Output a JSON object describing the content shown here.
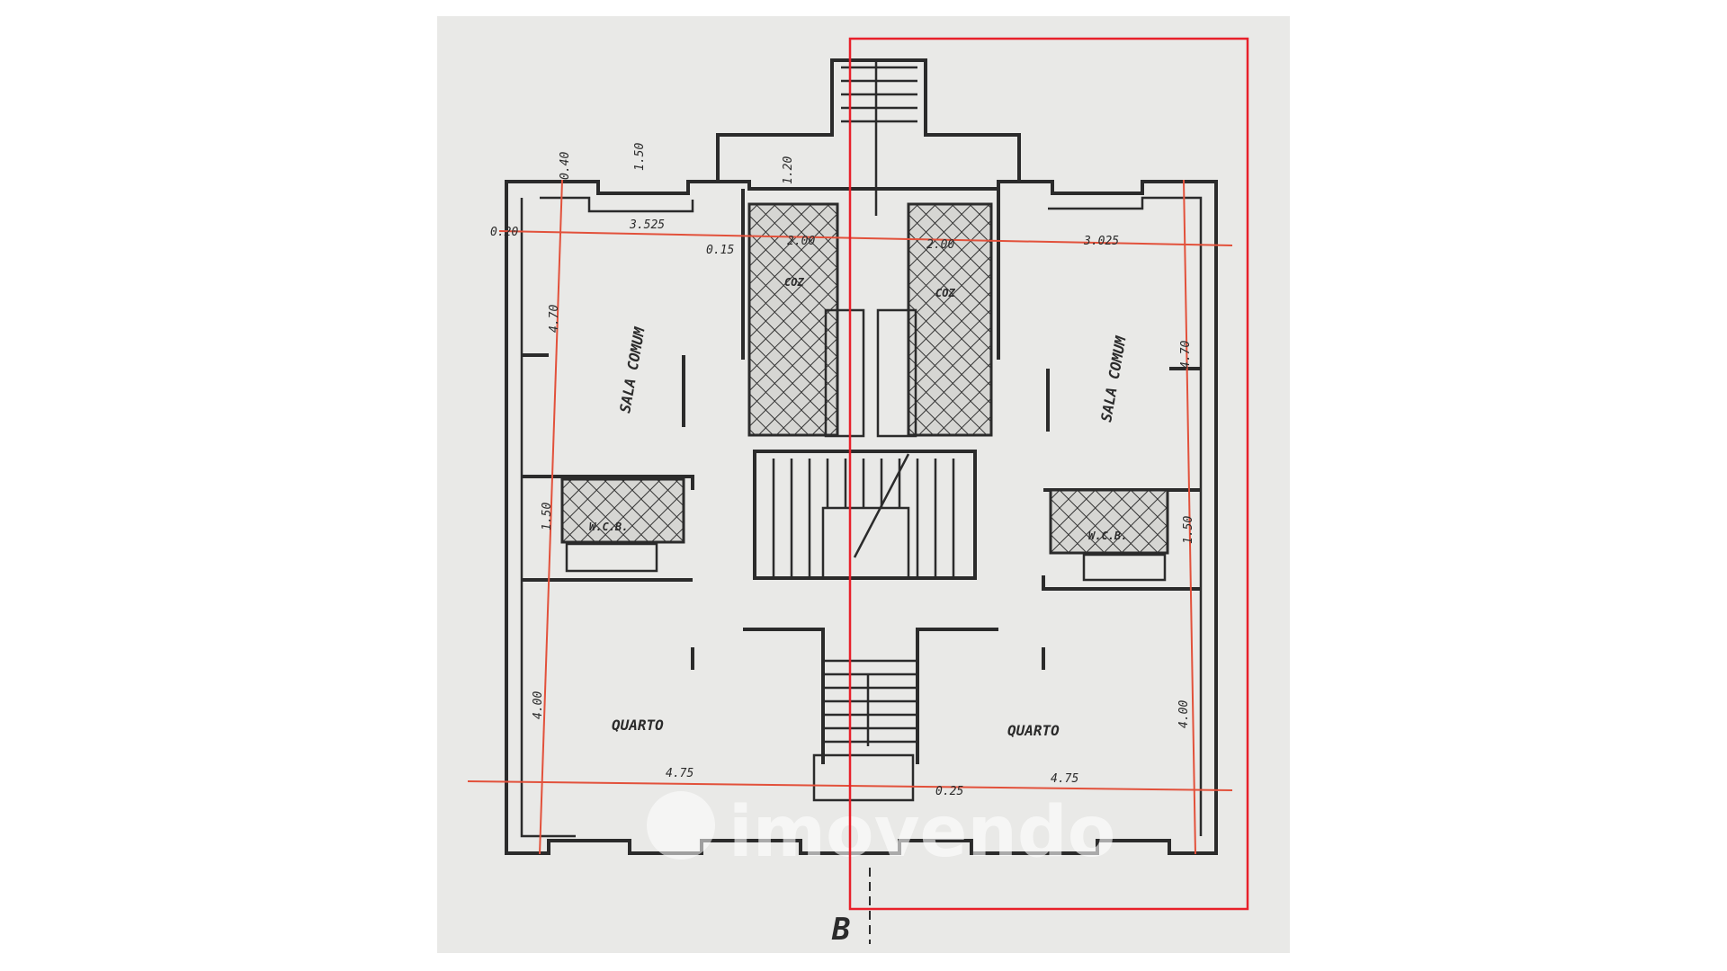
{
  "rooms": {
    "left_living": "SALA COMUM",
    "right_living": "SALA COMUM",
    "left_bedroom": "QUARTO",
    "right_bedroom": "QUARTO",
    "left_wc": "W.C.B.",
    "right_wc": "W.C.B.",
    "left_kitchen": "COZ",
    "right_kitchen": "COZ"
  },
  "dimensions": {
    "top_left_width": "3.525",
    "top_right_width": "3.025",
    "kitchen_left": "2.00",
    "kitchen_right": "2.00",
    "bottom_left_width": "4.75",
    "bottom_right_width": "4.75",
    "left_living_depth": "4.70",
    "right_living_depth": "4.70",
    "left_wc_depth": "1.50",
    "right_wc_depth": "1.50",
    "left_bedroom_depth": "4.00",
    "right_bedroom_depth": "4.00",
    "wall_040": "0.40",
    "wall_150": "1.50",
    "wall_120": "1.20",
    "wall_020": "0.20",
    "wall_015": "0.15",
    "wall_025": "0.25"
  },
  "section_marker": "B",
  "watermark": "imovendo",
  "colors": {
    "highlight_frame": "#e8202a",
    "dimension_lines": "#e2513b",
    "ink": "#2b2b2b",
    "paper": "#e9e9e7"
  }
}
